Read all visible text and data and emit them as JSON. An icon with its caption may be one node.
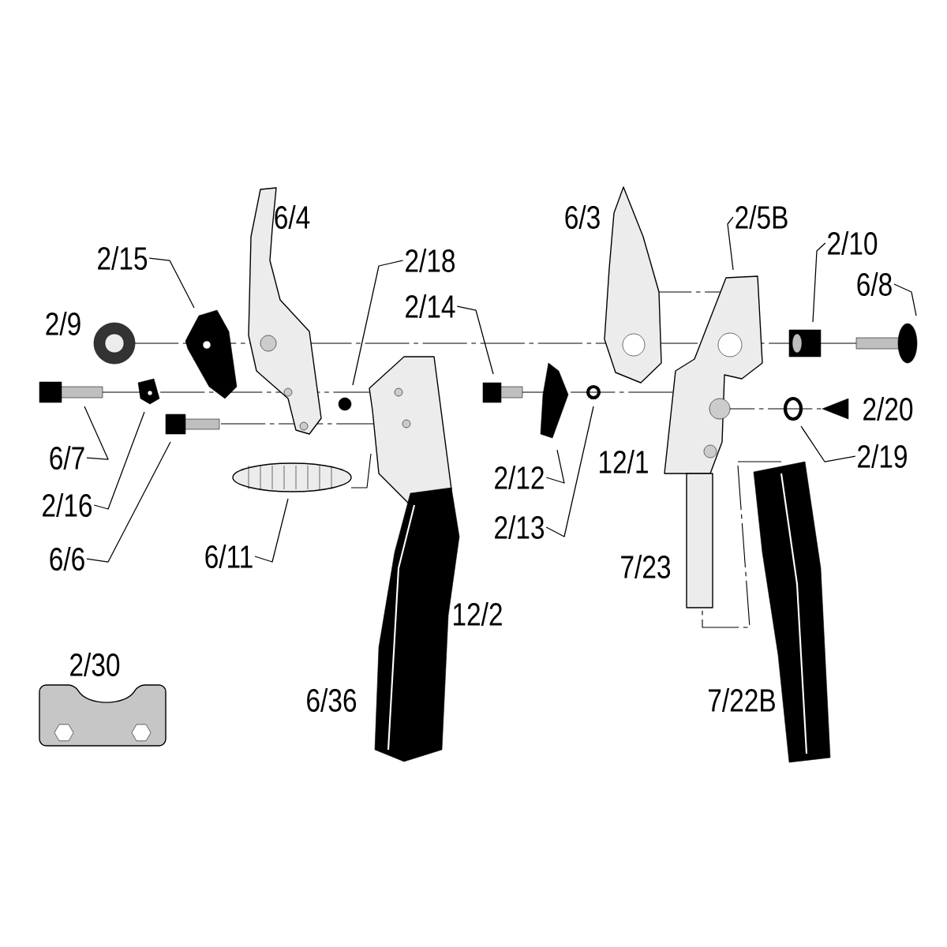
{
  "diagram": {
    "nodes": [
      {
        "text": [
          "2/15"
        ]
      },
      {
        "text": [
          "2/18"
        ]
      },
      {
        "text": [
          "2/14"
        ]
      },
      {
        "text": [
          "2/5B"
        ]
      },
      {
        "text": [
          "2/10"
        ]
      },
      {
        "text": [
          "6/8"
        ]
      },
      {
        "text": [
          "6/7"
        ]
      },
      {
        "text": [
          "2/16"
        ]
      },
      {
        "text": [
          "6/6"
        ]
      },
      {
        "text": [
          "6/11"
        ]
      },
      {
        "text": [
          "2/12"
        ]
      },
      {
        "text": [
          "2/13"
        ]
      },
      {
        "text": [
          "2/19"
        ]
      }
    ],
    "edges": [
      {
        "from": 0,
        "to": null,
        "arrow": "none"
      },
      {
        "from": 1,
        "to": null,
        "arrow": "none"
      },
      {
        "from": 2,
        "to": null,
        "arrow": "none"
      },
      {
        "from": 3,
        "to": null,
        "arrow": "none"
      },
      {
        "from": 4,
        "to": null,
        "arrow": "none"
      },
      {
        "from": 5,
        "to": null,
        "arrow": "none"
      },
      {
        "from": 6,
        "to": null,
        "arrow": "none"
      },
      {
        "from": 7,
        "to": null,
        "arrow": "none"
      },
      {
        "from": 8,
        "to": null,
        "arrow": "none"
      },
      {
        "from": 9,
        "to": null,
        "arrow": "none"
      },
      {
        "from": 10,
        "to": null,
        "arrow": "none"
      },
      {
        "from": 11,
        "to": null,
        "arrow": "none"
      },
      {
        "from": 12,
        "to": null,
        "arrow": "none"
      }
    ],
    "labels": [
      "6/4",
      "6/3",
      "2/9",
      "2/20",
      "12/1",
      "7/23",
      "12/2",
      "2/30",
      "6/36",
      "7/22B"
    ]
  }
}
